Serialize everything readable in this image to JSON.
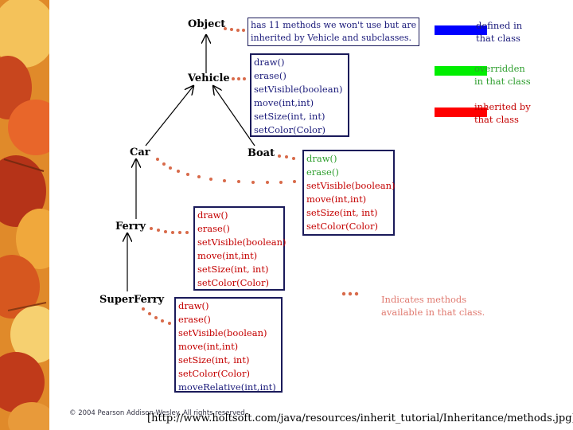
{
  "classes": {
    "object": "Object",
    "vehicle": "Vehicle",
    "car": "Car",
    "boat": "Boat",
    "ferry": "Ferry",
    "superferry": "SuperFerry"
  },
  "object_note": [
    "has 11 methods we won't use but are",
    "inherited by Vehicle and subclasses."
  ],
  "vehicle_methods": [
    "draw()",
    "erase()",
    "setVisible(boolean)",
    "move(int,int)",
    "setSize(int, int)",
    "setColor(Color)"
  ],
  "boat_methods": [
    "draw()",
    "erase()",
    "setVisible(boolean)",
    "move(int,int)",
    "setSize(int, int)",
    "setColor(Color)"
  ],
  "ferry_methods": [
    "draw()",
    "erase()",
    "setVisible(boolean)",
    "move(int,int)",
    "setSize(int, int)",
    "setColor(Color)"
  ],
  "superferry_methods": [
    "draw()",
    "erase()",
    "setVisible(boolean)",
    "move(int,int)",
    "setSize(int, int)",
    "setColor(Color)",
    "moveRelative(int,int)"
  ],
  "legend": [
    {
      "color": "#0000ff",
      "text": [
        "defined in",
        "that class"
      ]
    },
    {
      "color": "#00ee00",
      "text": [
        "overridden",
        "in that class"
      ]
    },
    {
      "color": "#ff0000",
      "text": [
        "inherited by",
        "that class"
      ]
    }
  ],
  "dots_note": [
    "Indicates methods",
    "available in that class."
  ],
  "copyright": "© 2004 Pearson Addison-Wesley. All rights reserved",
  "source": "[http://www.holtsoft.com/java/resources/inherit_tutorial/Inheritance/methods.jpg]"
}
